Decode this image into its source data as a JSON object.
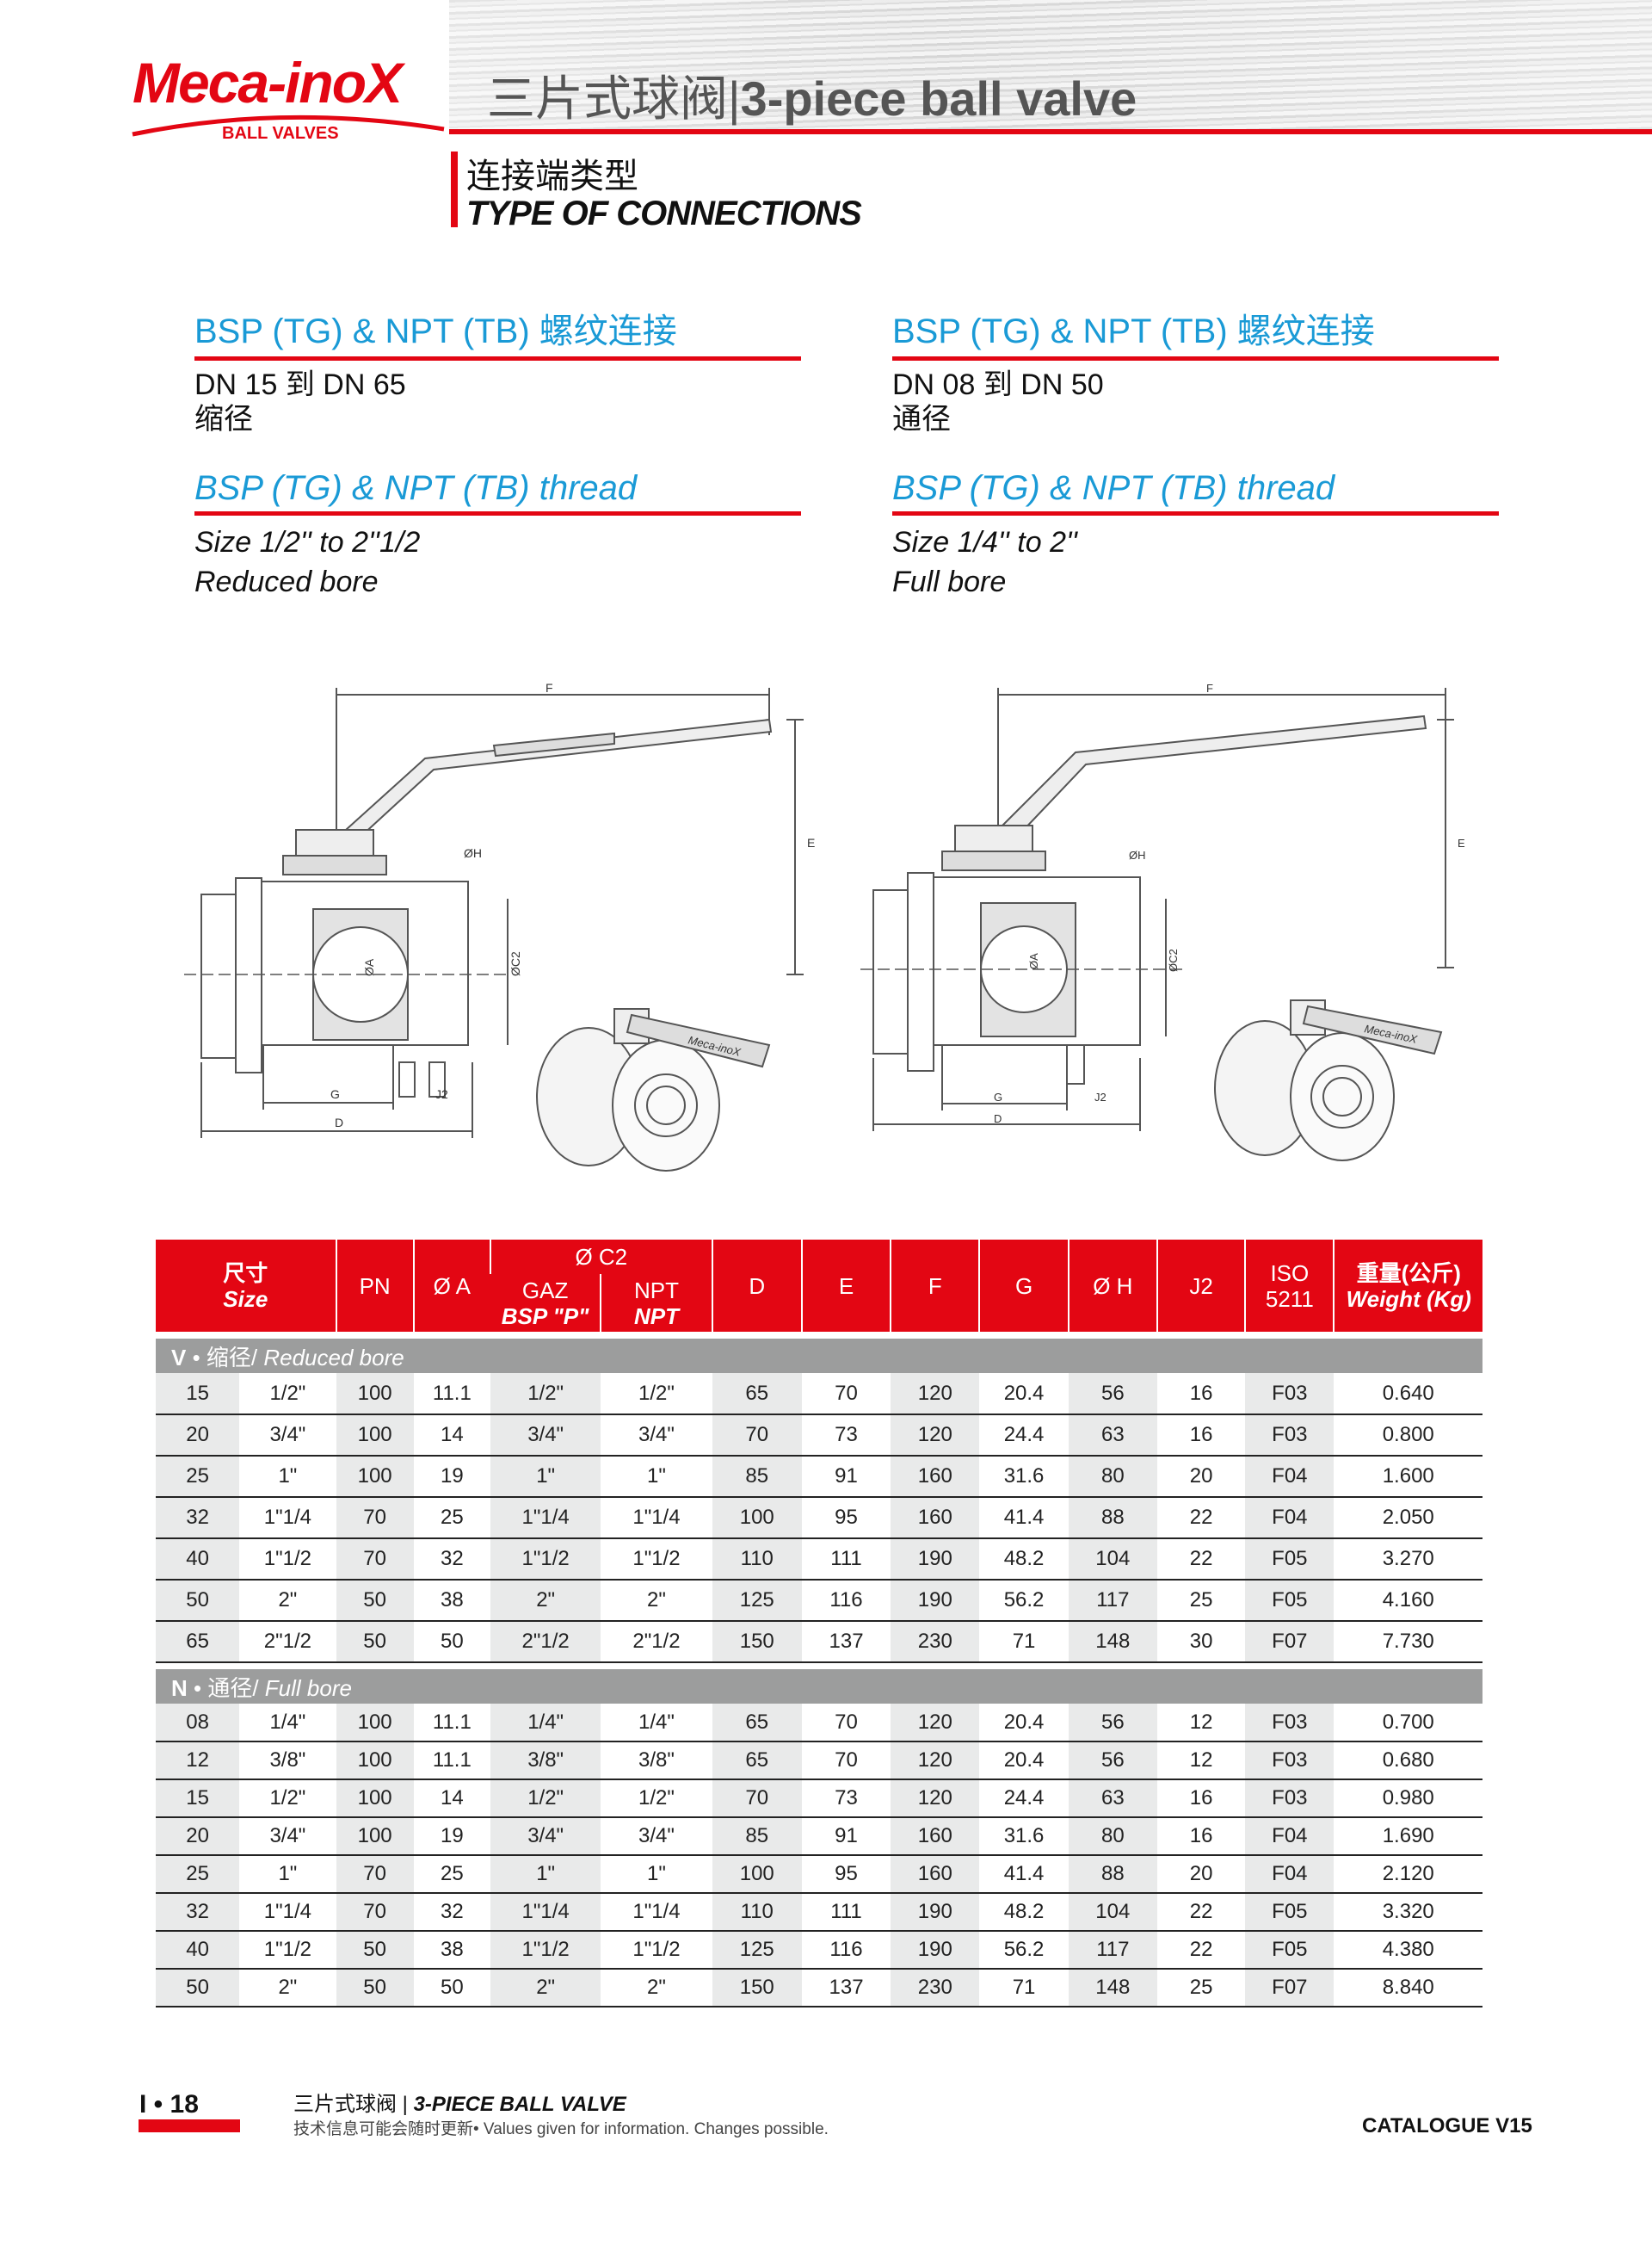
{
  "logo": {
    "brand": "Meca-inoX",
    "tagline": "BALL VALVES"
  },
  "header": {
    "title_cn": "三片式球阀",
    "title_sep": "|",
    "title_en": "3-piece ball valve"
  },
  "section": {
    "title_cn": "连接端类型",
    "title_en": "TYPE OF CONNECTIONS"
  },
  "left": {
    "heading_cn": "BSP (TG) & NPT (TB) 螺纹连接",
    "range_cn": "DN 15 到 DN 65",
    "bore_cn": "缩径",
    "heading_en": "BSP (TG) & NPT (TB) thread",
    "size_en": "Size 1/2'' to 2''1/2",
    "bore_en": "Reduced bore"
  },
  "right": {
    "heading_cn": "BSP (TG) & NPT (TB) 螺纹连接",
    "range_cn": "DN 08 到 DN 50",
    "bore_cn": "通径",
    "heading_en": "BSP (TG) & NPT (TB) thread",
    "size_en": "Size 1/4'' to 2''",
    "bore_en": "Full bore"
  },
  "drawing_labels": {
    "F": "F",
    "E": "E",
    "H": "ØH",
    "C2": "ØC2",
    "A": "ØA",
    "G": "G",
    "D": "D",
    "J2": "J2",
    "handle_brand": "Meca-inoX"
  },
  "table": {
    "headers": {
      "size_cn": "尺寸",
      "size_en": "Size",
      "pn": "PN",
      "a": "Ø A",
      "c2": "Ø C2",
      "gaz": "GAZ",
      "gaz_sub": "BSP \"P\"",
      "npt": "NPT",
      "npt_sub": "NPT",
      "d": "D",
      "e": "E",
      "f": "F",
      "g": "G",
      "h": "Ø H",
      "j2": "J2",
      "iso1": "ISO",
      "iso2": "5211",
      "w_cn": "重量(公斤)",
      "w_en": "Weight (Kg)"
    },
    "sections": [
      {
        "code": "V",
        "label_cn": "• 缩径/",
        "label_en": " Reduced bore",
        "rows": [
          [
            "15",
            "1/2\"",
            "100",
            "11.1",
            "1/2\"",
            "1/2\"",
            "65",
            "70",
            "120",
            "20.4",
            "56",
            "16",
            "F03",
            "0.640"
          ],
          [
            "20",
            "3/4\"",
            "100",
            "14",
            "3/4\"",
            "3/4\"",
            "70",
            "73",
            "120",
            "24.4",
            "63",
            "16",
            "F03",
            "0.800"
          ],
          [
            "25",
            "1\"",
            "100",
            "19",
            "1\"",
            "1\"",
            "85",
            "91",
            "160",
            "31.6",
            "80",
            "20",
            "F04",
            "1.600"
          ],
          [
            "32",
            "1\"1/4",
            "70",
            "25",
            "1\"1/4",
            "1\"1/4",
            "100",
            "95",
            "160",
            "41.4",
            "88",
            "22",
            "F04",
            "2.050"
          ],
          [
            "40",
            "1\"1/2",
            "70",
            "32",
            "1\"1/2",
            "1\"1/2",
            "110",
            "111",
            "190",
            "48.2",
            "104",
            "22",
            "F05",
            "3.270"
          ],
          [
            "50",
            "2\"",
            "50",
            "38",
            "2\"",
            "2\"",
            "125",
            "116",
            "190",
            "56.2",
            "117",
            "25",
            "F05",
            "4.160"
          ],
          [
            "65",
            "2\"1/2",
            "50",
            "50",
            "2\"1/2",
            "2\"1/2",
            "150",
            "137",
            "230",
            "71",
            "148",
            "30",
            "F07",
            "7.730"
          ]
        ]
      },
      {
        "code": "N",
        "label_cn": "• 通径/",
        "label_en": " Full bore",
        "rows": [
          [
            "08",
            "1/4\"",
            "100",
            "11.1",
            "1/4\"",
            "1/4\"",
            "65",
            "70",
            "120",
            "20.4",
            "56",
            "12",
            "F03",
            "0.700"
          ],
          [
            "12",
            "3/8\"",
            "100",
            "11.1",
            "3/8\"",
            "3/8\"",
            "65",
            "70",
            "120",
            "20.4",
            "56",
            "12",
            "F03",
            "0.680"
          ],
          [
            "15",
            "1/2\"",
            "100",
            "14",
            "1/2\"",
            "1/2\"",
            "70",
            "73",
            "120",
            "24.4",
            "63",
            "16",
            "F03",
            "0.980"
          ],
          [
            "20",
            "3/4\"",
            "100",
            "19",
            "3/4\"",
            "3/4\"",
            "85",
            "91",
            "160",
            "31.6",
            "80",
            "16",
            "F04",
            "1.690"
          ],
          [
            "25",
            "1\"",
            "70",
            "25",
            "1\"",
            "1\"",
            "100",
            "95",
            "160",
            "41.4",
            "88",
            "20",
            "F04",
            "2.120"
          ],
          [
            "32",
            "1\"1/4",
            "70",
            "32",
            "1\"1/4",
            "1\"1/4",
            "110",
            "111",
            "190",
            "48.2",
            "104",
            "22",
            "F05",
            "3.320"
          ],
          [
            "40",
            "1\"1/2",
            "50",
            "38",
            "1\"1/2",
            "1\"1/2",
            "125",
            "116",
            "190",
            "56.2",
            "117",
            "22",
            "F05",
            "4.380"
          ],
          [
            "50",
            "2\"",
            "50",
            "50",
            "2\"",
            "2\"",
            "150",
            "137",
            "230",
            "71",
            "148",
            "25",
            "F07",
            "8.840"
          ]
        ]
      }
    ]
  },
  "footer": {
    "page": "I • 18",
    "title_cn": "三片式球阀 | ",
    "title_en": "3-PIECE BALL VALVE",
    "note": "技术信息可能会随时更新• Values given for information. Changes possible.",
    "catalogue": "CATALOGUE V15"
  },
  "colors": {
    "brand_red": "#e30613",
    "heading_blue": "#1a9ad6",
    "section_gray": "#9c9d9d"
  }
}
